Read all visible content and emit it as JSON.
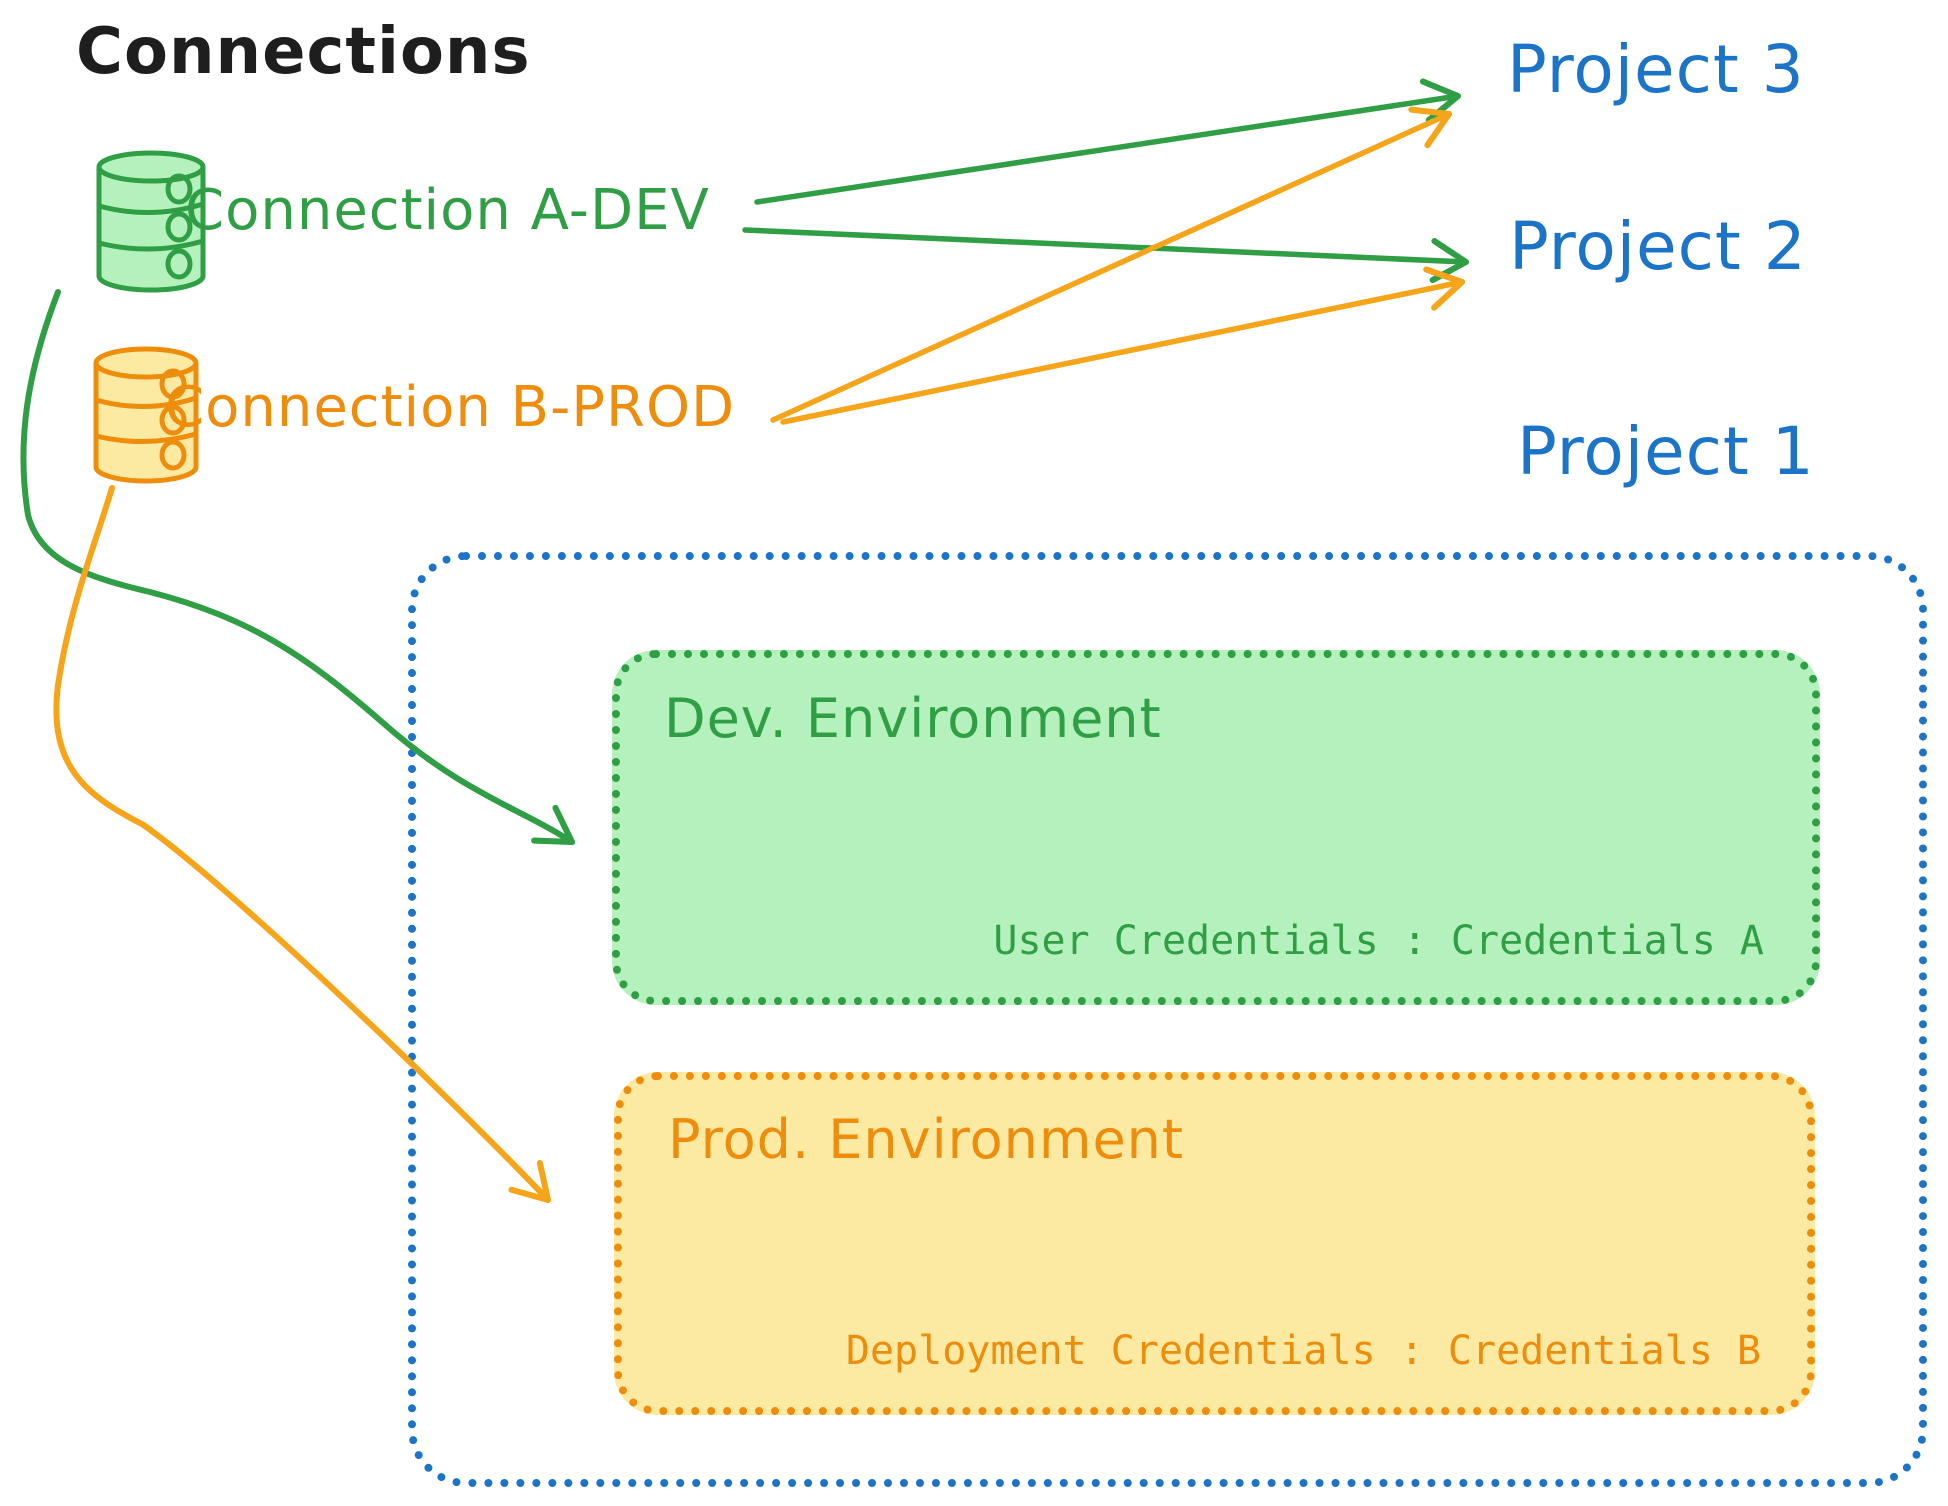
{
  "title": "Connections",
  "colors": {
    "green": "#2f9e44",
    "green_fill": "#b4f1bc",
    "orange": "#ee8c0c",
    "orange_arrow": "#f6a41a",
    "yellow_fill": "#fdeaa2",
    "blue": "#1c74c8",
    "ink": "#1e1e1e"
  },
  "connections": {
    "items": [
      {
        "icon": "database-icon",
        "label": "Connection A-DEV"
      },
      {
        "icon": "database-icon",
        "label": "Connection B-PROD"
      }
    ]
  },
  "projects": [
    {
      "label": "Project 3"
    },
    {
      "label": "Project 2"
    },
    {
      "label": "Project 1"
    }
  ],
  "project1": {
    "dev": {
      "title": "Dev. Environment",
      "credentials": "User Credentials : Credentials A"
    },
    "prod": {
      "title": "Prod. Environment",
      "credentials": "Deployment Credentials : Credentials B"
    }
  }
}
